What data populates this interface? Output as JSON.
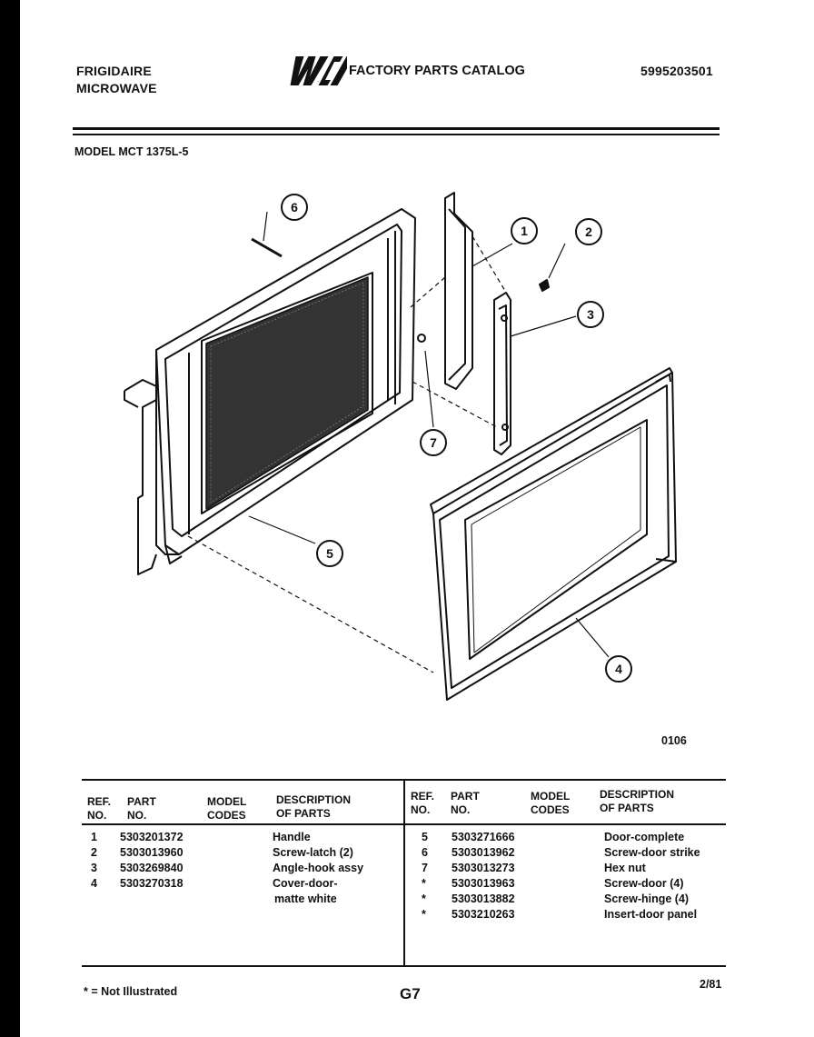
{
  "header": {
    "brand_line1": "FRIGIDAIRE",
    "brand_line2": "MICROWAVE",
    "logo_text": "WCI",
    "catalog_title": "FACTORY PARTS CATALOG",
    "catalog_number": "5995203501",
    "model_line": "MODEL MCT 1375L-5"
  },
  "diagram": {
    "callouts": [
      "1",
      "2",
      "3",
      "4",
      "5",
      "6",
      "7"
    ],
    "figure_code": "0106"
  },
  "table": {
    "headers": {
      "ref_no_line1": "REF.",
      "ref_no_line2": "NO.",
      "part_no_line1": "PART",
      "part_no_line2": "NO.",
      "model_codes_line1": "MODEL",
      "model_codes_line2": "CODES",
      "description_line1": "DESCRIPTION",
      "description_line2": "OF PARTS"
    },
    "left_rows": [
      {
        "ref": "1",
        "part": "5303201372",
        "desc": "Handle"
      },
      {
        "ref": "2",
        "part": "5303013960",
        "desc": "Screw-latch (2)"
      },
      {
        "ref": "3",
        "part": "5303269840",
        "desc": "Angle-hook assy"
      },
      {
        "ref": "4",
        "part": "5303270318",
        "desc": "Cover-door-"
      },
      {
        "ref": "",
        "part": "",
        "desc": "matte white"
      }
    ],
    "right_rows": [
      {
        "ref": "5",
        "part": "5303271666",
        "desc": "Door-complete"
      },
      {
        "ref": "6",
        "part": "5303013962",
        "desc": "Screw-door strike"
      },
      {
        "ref": "7",
        "part": "5303013273",
        "desc": "Hex nut"
      },
      {
        "ref": "*",
        "part": "5303013963",
        "desc": "Screw-door (4)"
      },
      {
        "ref": "*",
        "part": "5303013882",
        "desc": "Screw-hinge (4)"
      },
      {
        "ref": "*",
        "part": "5303210263",
        "desc": "Insert-door panel"
      }
    ]
  },
  "footer": {
    "note": "* = Not Illustrated",
    "page_code": "G7",
    "date": "2/81"
  }
}
